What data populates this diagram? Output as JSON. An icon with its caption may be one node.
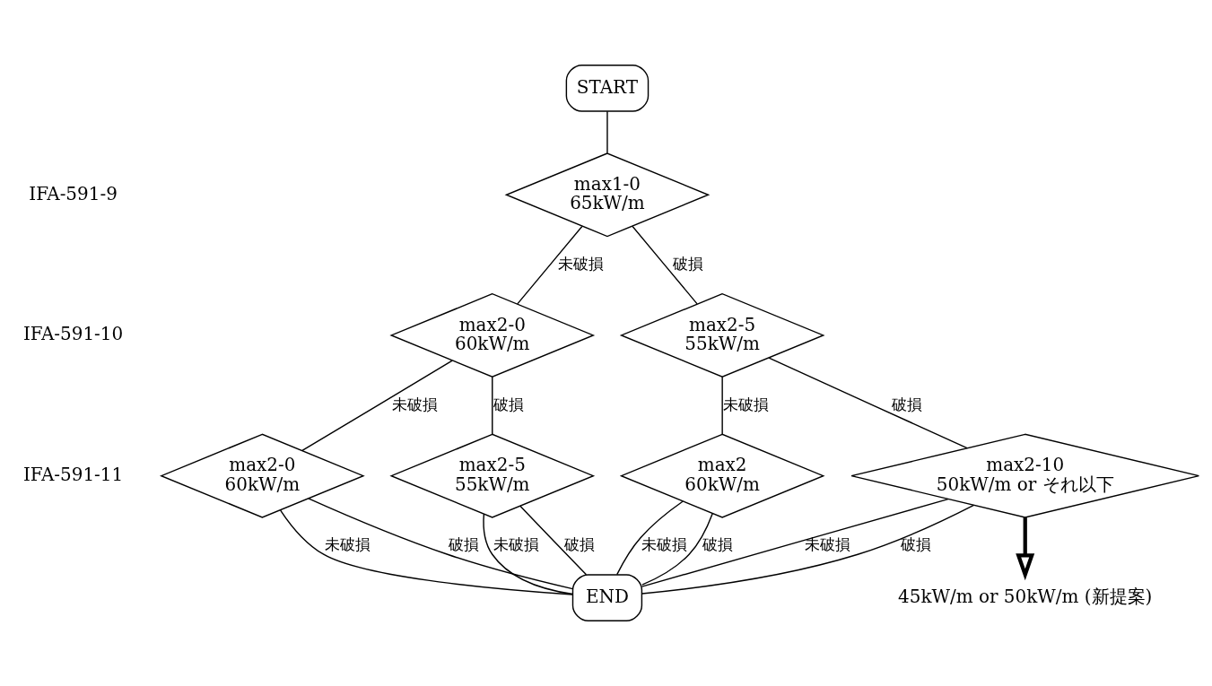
{
  "diagram": {
    "nodes": [
      {
        "text": [
          "START"
        ]
      },
      {
        "text": [
          "max1-0",
          "65kW/m"
        ]
      },
      {
        "text": [
          "max2-0",
          "60kW/m"
        ]
      },
      {
        "text": [
          "max2-5",
          "55kW/m"
        ]
      },
      {
        "text": [
          "max2-0",
          "60kW/m"
        ]
      },
      {
        "text": [
          "max2-5",
          "55kW/m"
        ]
      },
      {
        "text": [
          "max2",
          "60kW/m"
        ]
      },
      {
        "text": [
          "max2-10",
          "50kW/m or それ以下"
        ]
      },
      {
        "text": [
          "END"
        ]
      },
      {
        "text": [
          "45kW/m or 50kW/m (新提案)"
        ]
      }
    ],
    "edges": [
      {
        "from": 0,
        "to": 1,
        "arrow": "none"
      },
      {
        "from": 1,
        "to": 2,
        "arrow": "none",
        "label": "未破損"
      },
      {
        "from": 1,
        "to": 3,
        "arrow": "none",
        "label": "破損"
      },
      {
        "from": 2,
        "to": 4,
        "arrow": "none",
        "label": "未破損"
      },
      {
        "from": 2,
        "to": 5,
        "arrow": "none",
        "label": "破損"
      },
      {
        "from": 3,
        "to": 6,
        "arrow": "none",
        "label": "未破損"
      },
      {
        "from": 3,
        "to": 7,
        "arrow": "none",
        "label": "破損"
      },
      {
        "from": 4,
        "to": 8,
        "arrow": "none",
        "label": "未破損"
      },
      {
        "from": 4,
        "to": 8,
        "arrow": "none",
        "label": "破損"
      },
      {
        "from": 5,
        "to": 8,
        "arrow": "none",
        "label": "未破損"
      },
      {
        "from": 5,
        "to": 8,
        "arrow": "none",
        "label": "破損"
      },
      {
        "from": 6,
        "to": 8,
        "arrow": "none",
        "label": "未破損"
      },
      {
        "from": 6,
        "to": 8,
        "arrow": "none",
        "label": "破損"
      },
      {
        "from": 7,
        "to": 8,
        "arrow": "none",
        "label": "未破損"
      },
      {
        "from": 7,
        "to": 8,
        "arrow": "none",
        "label": "破損"
      },
      {
        "from": 7,
        "to": 9,
        "arrow": "to",
        "style": "thick"
      }
    ],
    "labels": [
      "IFA-591-9",
      "IFA-591-10",
      "IFA-591-11"
    ]
  }
}
